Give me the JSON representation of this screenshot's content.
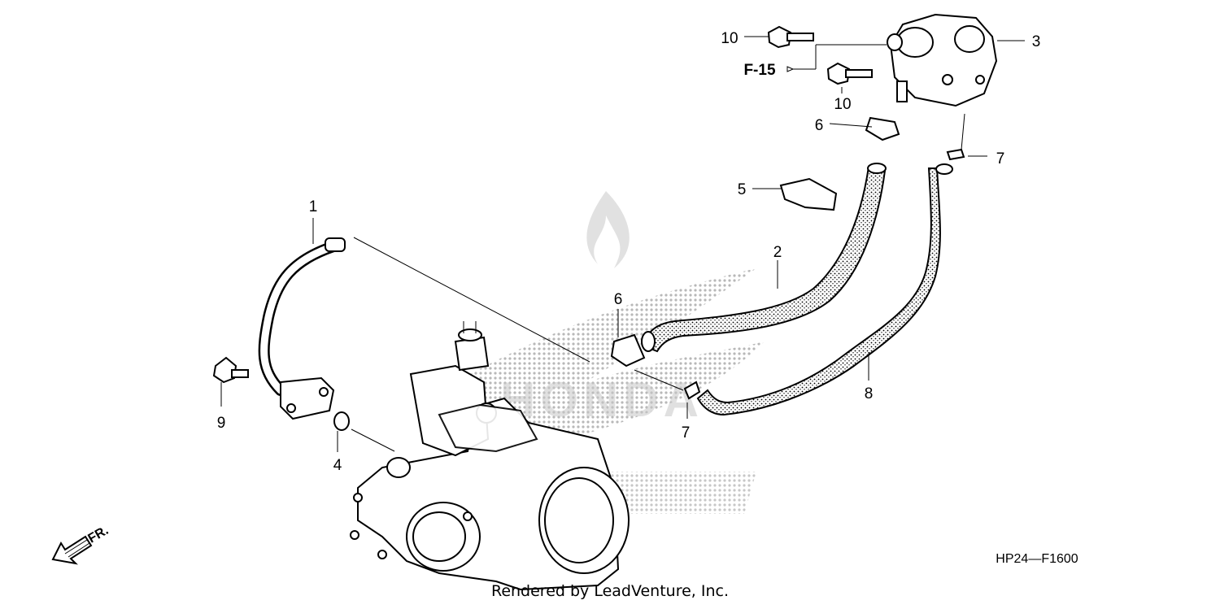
{
  "diagram": {
    "callouts": {
      "p1": "1",
      "p2": "2",
      "p3": "3",
      "p4": "4",
      "p5": "5",
      "p6a": "6",
      "p6b": "6",
      "p7a": "7",
      "p7b": "7",
      "p8": "8",
      "p9": "9",
      "p10a": "10",
      "p10b": "10"
    },
    "reference": "F-15",
    "figure_code": "HP24—F1600",
    "direction_label": "FR.",
    "watermark": "HONDA",
    "footer": "Rendered by LeadVenture, Inc."
  }
}
